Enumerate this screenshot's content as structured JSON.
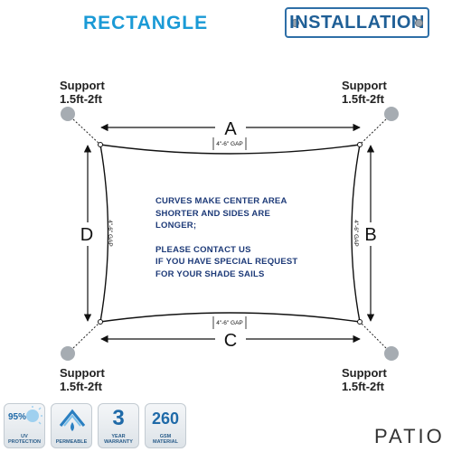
{
  "header": {
    "shape_title": "RECTANGLE",
    "installation_label": "INSTALLATION"
  },
  "supports": {
    "top_left": {
      "line1": "Support",
      "line2": "1.5ft-2ft"
    },
    "top_right": {
      "line1": "Support",
      "line2": "1.5ft-2ft"
    },
    "bottom_left": {
      "line1": "Support",
      "line2": "1.5ft-2ft"
    },
    "bottom_right": {
      "line1": "Support",
      "line2": "1.5ft-2ft"
    }
  },
  "sides": {
    "a": "A",
    "b": "B",
    "c": "C",
    "d": "D"
  },
  "gap_label": "4\"-6\" GAP",
  "note": {
    "line1": "CURVES MAKE CENTER AREA",
    "line2": "SHORTER AND SIDES ARE",
    "line3": "LONGER;",
    "line4": "PLEASE CONTACT US",
    "line5": "IF YOU HAVE SPECIAL REQUEST",
    "line6": "FOR YOUR SHADE SAILS"
  },
  "badges": {
    "uv": {
      "value": "95%",
      "label1": "UV",
      "label2": "PROTECTION"
    },
    "permeable": {
      "label": "PERMEABLE"
    },
    "warranty": {
      "value": "3",
      "label1": "YEAR",
      "label2": "WARRANTY"
    },
    "gsm": {
      "value": "260",
      "label1": "GSM",
      "label2": "MATERIAL"
    }
  },
  "brand": "PATIO",
  "colors": {
    "title_blue": "#1a9ad6",
    "badge_blue": "#1f5f96",
    "note_navy": "#1d3a78",
    "post_grey": "#a6acb2"
  }
}
